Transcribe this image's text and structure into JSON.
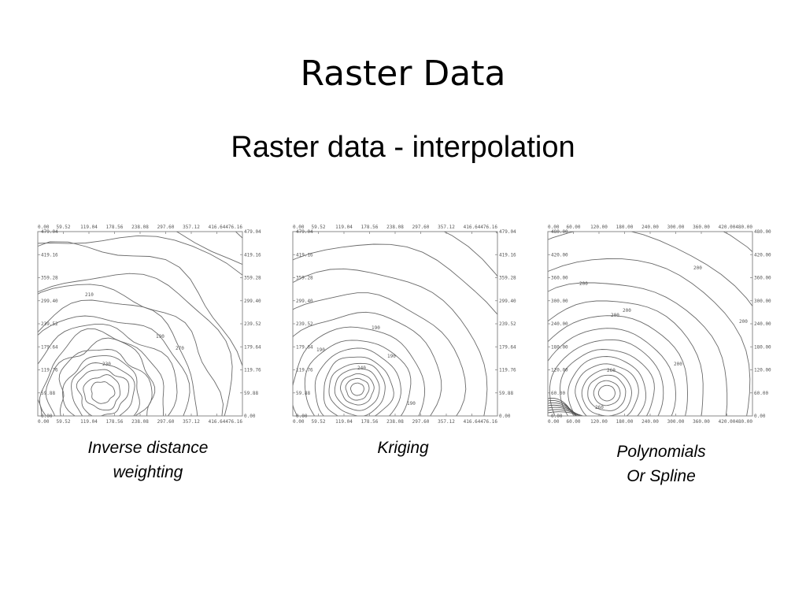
{
  "slide": {
    "title": "Raster Data",
    "subtitle": "Raster data - interpolation"
  },
  "panels": [
    {
      "method": "idw",
      "caption_lines": [
        "Inverse distance",
        "weighting"
      ],
      "x_ticks": [
        "0.00",
        "59.52",
        "119.04",
        "178.56",
        "238.08",
        "297.60",
        "357.12",
        "416.64",
        "476.16"
      ],
      "y_ticks": [
        "0.00",
        "59.88",
        "119.76",
        "179.64",
        "239.52",
        "299.40",
        "359.28",
        "419.16",
        "479.04"
      ],
      "contour_labels": [
        "210",
        "190",
        "270",
        "230"
      ]
    },
    {
      "method": "kriging",
      "caption_lines": [
        "Kriging"
      ],
      "x_ticks": [
        "0.00",
        "59.52",
        "119.04",
        "178.56",
        "238.08",
        "297.60",
        "357.12",
        "416.64",
        "476.16"
      ],
      "y_ticks": [
        "0.00",
        "59.88",
        "119.76",
        "179.64",
        "239.52",
        "299.40",
        "359.28",
        "419.16",
        "479.04"
      ],
      "contour_labels": [
        "190",
        "190",
        "240",
        "190",
        "190"
      ]
    },
    {
      "method": "spline",
      "caption_lines": [
        "Polynomials",
        "Or Spline"
      ],
      "x_ticks": [
        "0.00",
        "60.00",
        "120.00",
        "180.00",
        "240.00",
        "300.00",
        "360.00",
        "420.00",
        "480.00"
      ],
      "y_ticks": [
        "0.00",
        "60.00",
        "120.00",
        "180.00",
        "240.00",
        "300.00",
        "360.00",
        "420.00",
        "480.00"
      ],
      "contour_labels": [
        "200",
        "200",
        "200",
        "200",
        "200",
        "200",
        "260",
        "260"
      ]
    }
  ]
}
